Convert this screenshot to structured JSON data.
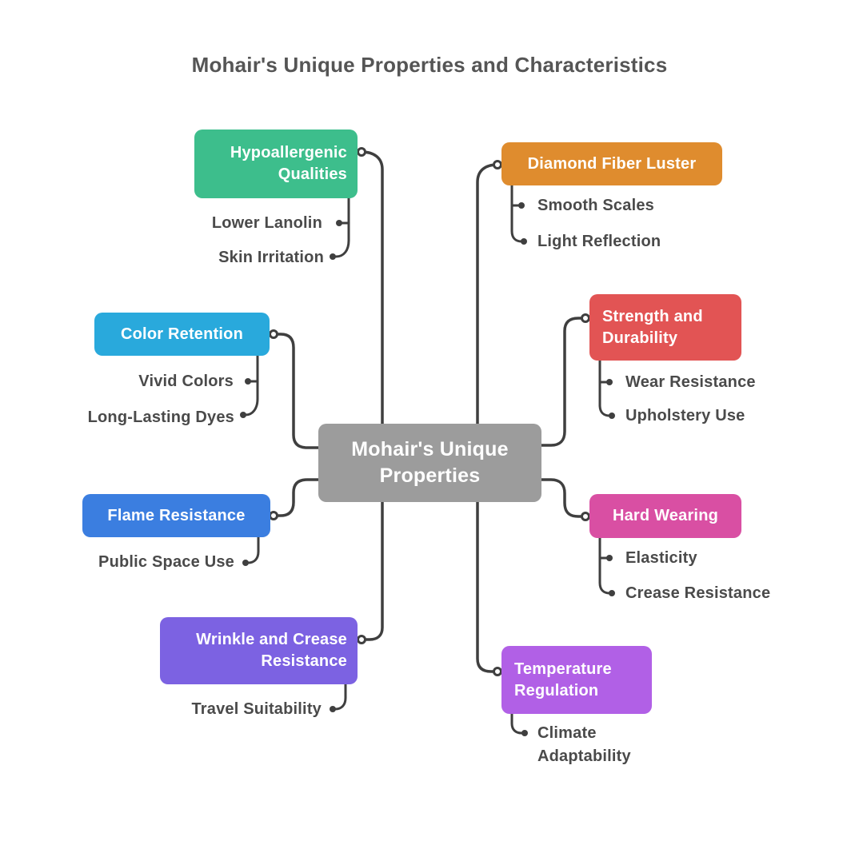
{
  "title": "Mohair's Unique Properties and Characteristics",
  "colors": {
    "connector-color": "#3F3F3F",
    "text-color": "#4A4A4A",
    "title-color": "#555555",
    "canvas-bg": "#FFFFFF"
  },
  "center": {
    "label": "Mohair's Unique\nProperties",
    "color": "#9C9C9C"
  },
  "branches": [
    {
      "label": "Hypoallergenic\nQualities",
      "color": "#3DBE8C",
      "children": [
        "Lower Lanolin",
        "Skin Irritation"
      ]
    },
    {
      "label": "Color Retention",
      "color": "#29A9DC",
      "children": [
        "Vivid Colors",
        "Long-Lasting Dyes"
      ]
    },
    {
      "label": "Flame Resistance",
      "color": "#3B7EE0",
      "children": [
        "Public Space Use"
      ]
    },
    {
      "label": "Wrinkle and Crease\nResistance",
      "color": "#7C62E2",
      "children": [
        "Travel Suitability"
      ]
    },
    {
      "label": "Diamond Fiber Luster",
      "color": "#DF8C2E",
      "children": [
        "Smooth Scales",
        "Light Reflection"
      ]
    },
    {
      "label": "Strength and\nDurability",
      "color": "#E25454",
      "children": [
        "Wear Resistance",
        "Upholstery Use"
      ]
    },
    {
      "label": "Hard Wearing",
      "color": "#D94FA3",
      "children": [
        "Elasticity",
        "Crease Resistance"
      ]
    },
    {
      "label": "Temperature\nRegulation",
      "color": "#B160E6",
      "children": [
        "Climate\nAdaptability"
      ]
    }
  ]
}
